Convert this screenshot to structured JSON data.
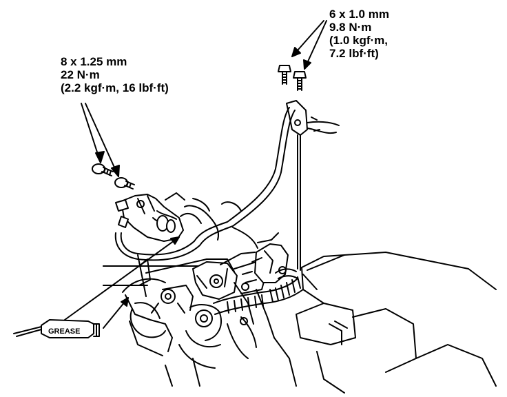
{
  "callouts": {
    "bolt_left": {
      "size": "8 x 1.25 mm",
      "torque_nm": "22 N·m",
      "torque_alt": "(2.2 kgf·m, 16 lbf·ft)"
    },
    "bolt_right": {
      "size": "6 x 1.0 mm",
      "torque_nm": "9.8 N·m",
      "torque_alt_1": "(1.0 kgf·m,",
      "torque_alt_2": "7.2 lbf·ft)"
    }
  },
  "grease_label": "GREASE"
}
